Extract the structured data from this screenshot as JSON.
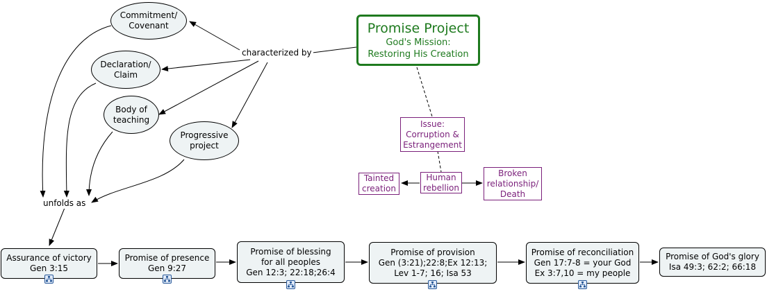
{
  "main": {
    "title": "Promise Project",
    "subtitle1": "God's Mission:",
    "subtitle2": "Restoring His Creation"
  },
  "links": {
    "characterized_by": "characterized by",
    "unfolds_as": "unfolds as"
  },
  "ellipses": {
    "commitment": [
      "Commitment/",
      "Covenant"
    ],
    "declaration": [
      "Declaration/",
      "Claim"
    ],
    "body": [
      "Body of",
      "teaching"
    ],
    "progressive": [
      "Progressive",
      "project"
    ]
  },
  "issue": {
    "issue": [
      "Issue:",
      "Corruption &",
      "Estrangement"
    ],
    "rebellion": [
      "Human",
      "rebellion"
    ],
    "tainted": [
      "Tainted",
      "creation"
    ],
    "broken": [
      "Broken",
      "relationship/",
      "Death"
    ]
  },
  "promises": [
    {
      "lines": [
        "Assurance of victory",
        "Gen 3:15"
      ],
      "has_submap": true
    },
    {
      "lines": [
        "Promise of presence",
        "Gen 9:27"
      ],
      "has_submap": true
    },
    {
      "lines": [
        "Promise of blessing",
        "for all peoples",
        "Gen 12:3; 22:18;26:4"
      ],
      "has_submap": true
    },
    {
      "lines": [
        "Promise of provision",
        "Gen (3:21);22:8;Ex 12:13;",
        "Lev 1-7; 16; Isa 53"
      ],
      "has_submap": true
    },
    {
      "lines": [
        "Promise of reconciliation",
        "Gen 17:7-8 = your God",
        "Ex 3:7,10 = my people"
      ],
      "has_submap": true
    },
    {
      "lines": [
        "Promise of God's glory",
        "Isa 49:3; 62:2; 66:18"
      ],
      "has_submap": false
    }
  ],
  "colors": {
    "main_green": "#1e7a1e",
    "issue_purple": "#7a1f7a",
    "node_fill": "#eef3f4"
  }
}
